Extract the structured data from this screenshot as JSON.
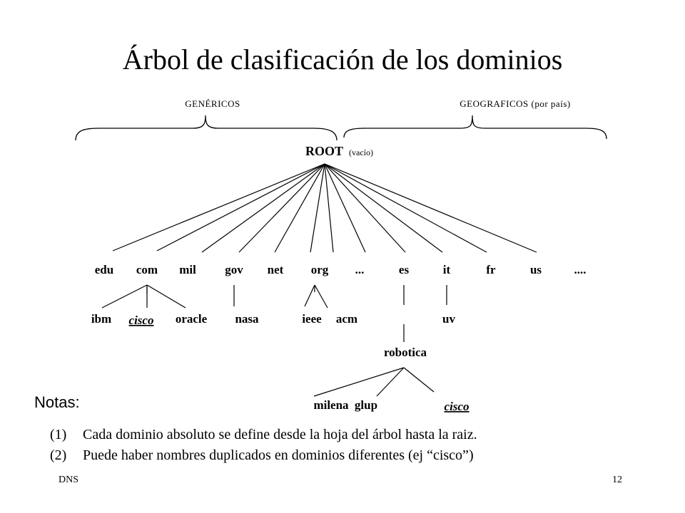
{
  "title": "Árbol de clasificación de los dominios",
  "categories": {
    "generic": "GENÉRICOS",
    "geographic": "GEOGRAFICOS (por país)"
  },
  "root": {
    "label": "ROOT",
    "note": "(vacío)"
  },
  "top_level": [
    "edu",
    "com",
    "mil",
    "gov",
    "net",
    "org",
    "...",
    "es",
    "it",
    "fr",
    "us",
    "...."
  ],
  "second_level": {
    "com": [
      "ibm",
      "cisco",
      "oracle"
    ],
    "gov": [
      "nasa"
    ],
    "org": [
      "ieee",
      "acm"
    ],
    "es": [
      "robotica"
    ],
    "it": [
      "uv"
    ]
  },
  "third_level": {
    "robotica": [
      "milena",
      "glup",
      "cisco"
    ]
  },
  "notes": {
    "heading": "Notas:",
    "items": [
      {
        "num": "(1)",
        "text": "Cada dominio absoluto se define desde la hoja del árbol hasta la raiz."
      },
      {
        "num": "(2)",
        "text": "Puede haber nombres duplicados en dominios diferentes (ej “cisco”)"
      }
    ]
  },
  "footer": {
    "left": "DNS",
    "right": "12"
  }
}
